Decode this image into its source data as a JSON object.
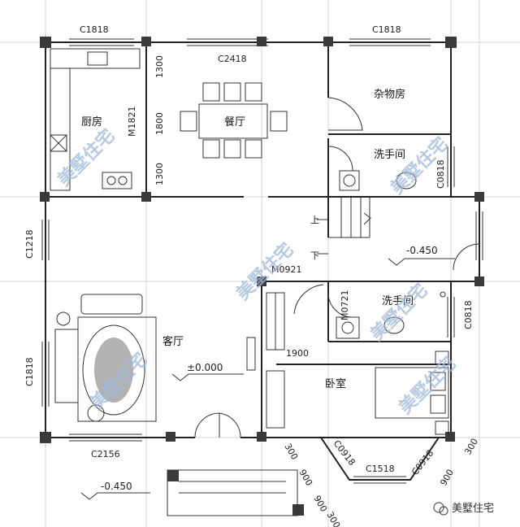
{
  "rooms": {
    "kitchen": "厨房",
    "dining": "餐厅",
    "storage": "杂物房",
    "bath_upper": "洗手间",
    "living": "客厅",
    "bath_lower": "洗手间",
    "bedroom": "卧室"
  },
  "windows": {
    "top_left": "C1818",
    "top_mid": "C2418",
    "top_right": "C1818",
    "left_upper": "C1218",
    "left_lower": "C1818",
    "bottom_left": "C2156",
    "bottom_right": "C1518",
    "bay_left": "C0918",
    "bay_right": "C0918",
    "right_upper": "C0818",
    "right_lower": "C0818"
  },
  "doors": {
    "kitchen": "M1821",
    "stair": "M0921",
    "bath": "M0721"
  },
  "dimensions": {
    "dining_top": "1300",
    "dining_mid": "1800",
    "dining_bot": "1300",
    "corridor": "1900",
    "bay_a": "300",
    "bay_b": "900",
    "bay_c": "900",
    "bay_d": "300",
    "bay_e": "900",
    "bay_f": "300"
  },
  "elevations": {
    "living": "±0.000",
    "stair": "-0.450",
    "entry": "-0.450"
  },
  "stairs": {
    "up": "上",
    "down": "下"
  },
  "watermark": "美墅住宅",
  "logo_text": "美墅住宅"
}
